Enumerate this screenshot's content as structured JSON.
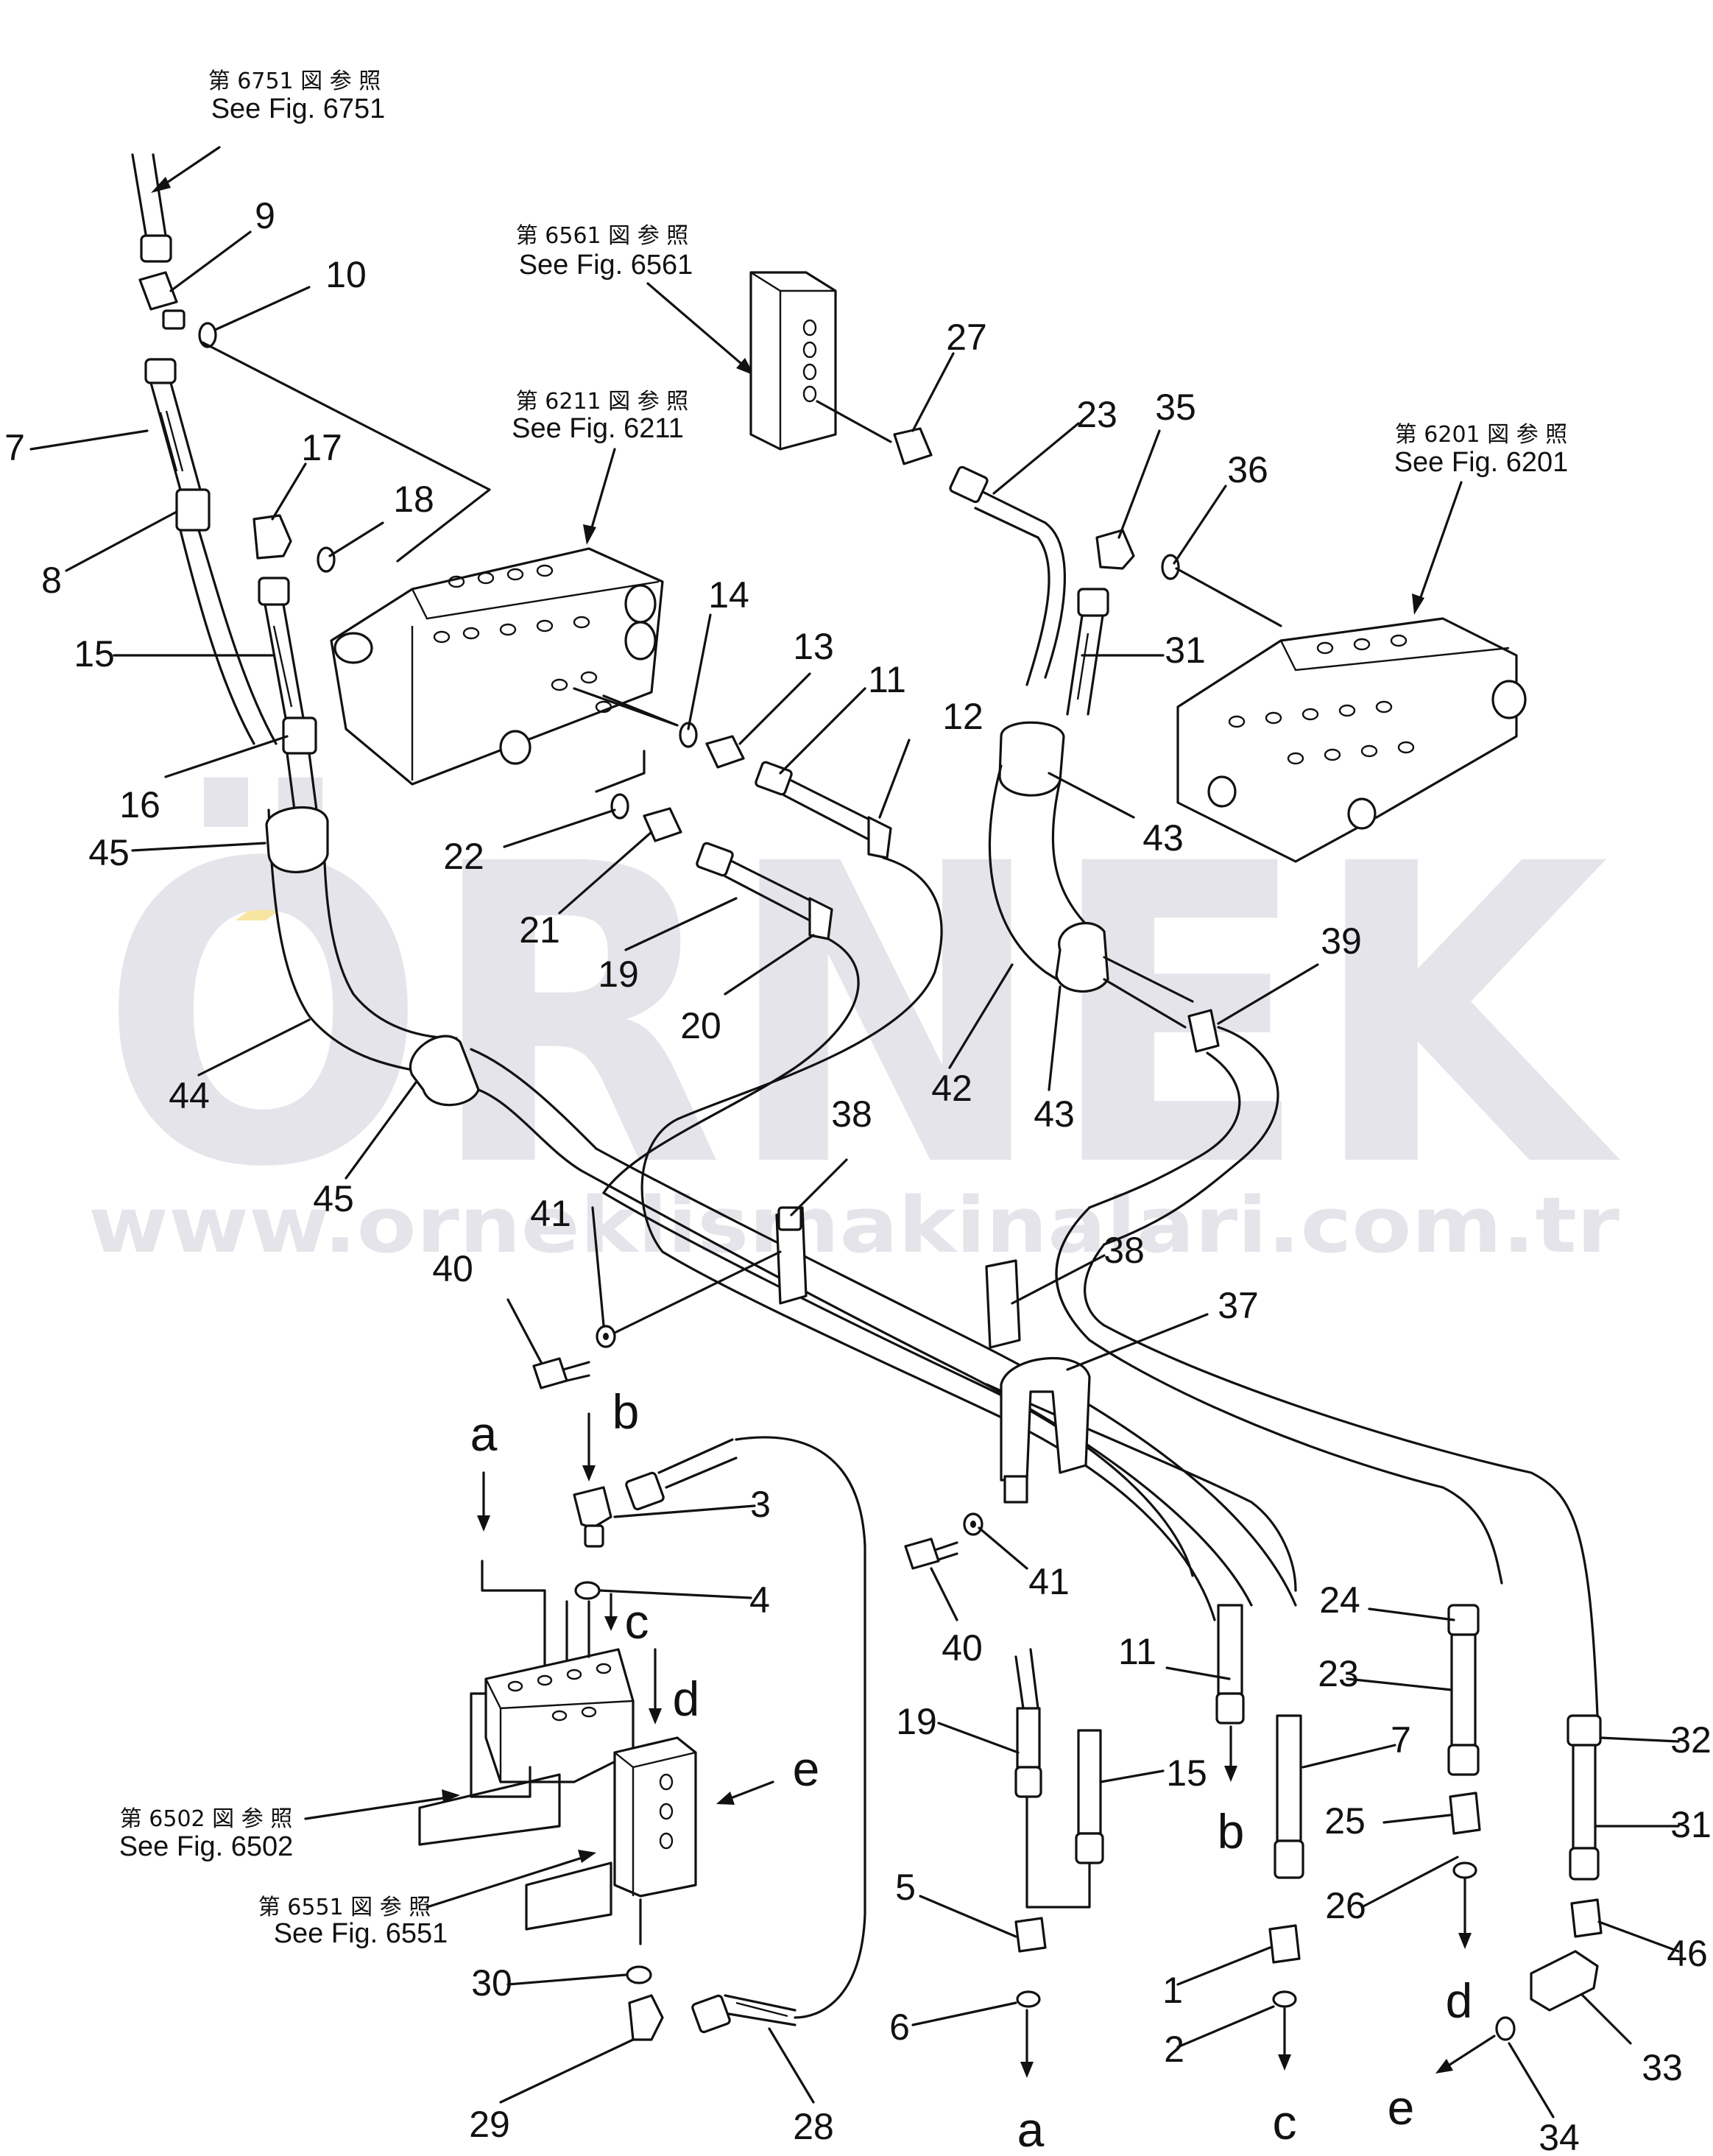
{
  "watermark": {
    "logo_text": "ÖRNEK",
    "url_text": "www.orneklismakinalari.com.tr",
    "color": "#e4e4ea",
    "accent_color": "#f7e6a1"
  },
  "references": [
    {
      "id": "fig6751",
      "jp": "第 6751 図 参 照",
      "en": "See Fig. 6751"
    },
    {
      "id": "fig6561",
      "jp": "第 6561 図 参 照",
      "en": "See Fig. 6561"
    },
    {
      "id": "fig6211",
      "jp": "第 6211 図 参 照",
      "en": "See Fig. 6211"
    },
    {
      "id": "fig6201",
      "jp": "第 6201 図 参 照",
      "en": "See Fig. 6201"
    },
    {
      "id": "fig6502",
      "jp": "第 6502 図 参 照",
      "en": "See Fig. 6502"
    },
    {
      "id": "fig6551",
      "jp": "第 6551 図 参 照",
      "en": "See Fig. 6551"
    }
  ],
  "callouts": [
    "9",
    "10",
    "7",
    "8",
    "17",
    "18",
    "15",
    "16",
    "45",
    "14",
    "13",
    "11",
    "12",
    "22",
    "21",
    "19",
    "20",
    "44",
    "45",
    "27",
    "23",
    "35",
    "36",
    "31",
    "43",
    "42",
    "43",
    "39",
    "38",
    "41",
    "40",
    "38",
    "37",
    "3",
    "4",
    "41",
    "40",
    "11",
    "24",
    "23",
    "19",
    "15",
    "7",
    "32",
    "31",
    "25",
    "5",
    "26",
    "46",
    "1",
    "6",
    "2",
    "33",
    "34",
    "30",
    "29",
    "28"
  ],
  "connection_letters": [
    "a",
    "b",
    "c",
    "d",
    "e",
    "a",
    "b",
    "d",
    "c",
    "e"
  ]
}
